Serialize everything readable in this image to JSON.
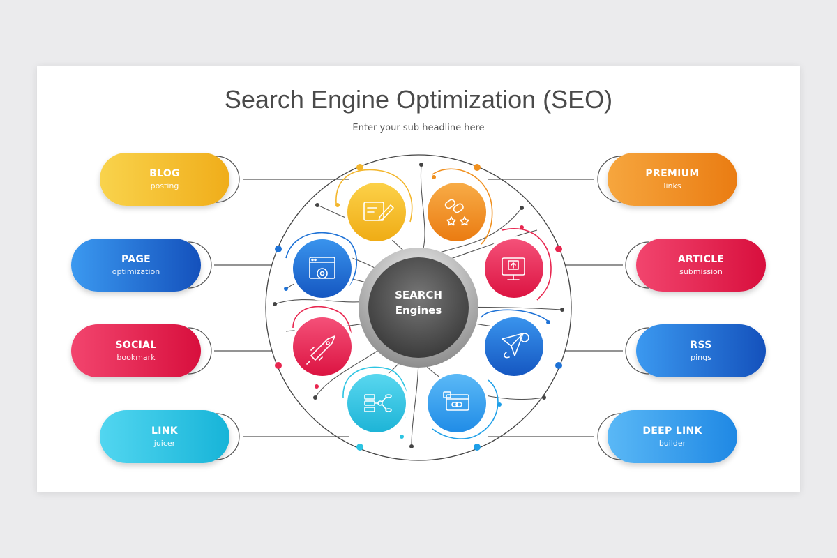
{
  "header": {
    "title": "Search Engine Optimization (SEO)",
    "subtitle": "Enter your sub headline here"
  },
  "center": {
    "line1": "SEARCH",
    "line2": "Engines"
  },
  "pills": {
    "blog": {
      "title": "BLOG",
      "sub": "posting"
    },
    "page": {
      "title": "PAGE",
      "sub": "optimization"
    },
    "social": {
      "title": "SOCIAL",
      "sub": "bookmark"
    },
    "link": {
      "title": "LINK",
      "sub": "juicer"
    },
    "premium": {
      "title": "PREMIUM",
      "sub": "links"
    },
    "article": {
      "title": "ARTICLE",
      "sub": "submission"
    },
    "rss": {
      "title": "RSS",
      "sub": "pings"
    },
    "deeplink": {
      "title": "DEEP LINK",
      "sub": "builder"
    }
  },
  "colors": {
    "yellow": "#f3b62c",
    "orange": "#f0901f",
    "red": "#e8264f",
    "blue": "#1e72d6",
    "cyan": "#2cc4e2",
    "lightblue": "#3aa3f0",
    "dark": "#555555"
  },
  "icons": [
    "pencil-doc-icon",
    "chain-stars-icon",
    "monitor-upload-icon",
    "paper-plane-icon",
    "card-link-icon",
    "database-network-icon",
    "rocket-tag-icon",
    "browser-gear-icon"
  ]
}
